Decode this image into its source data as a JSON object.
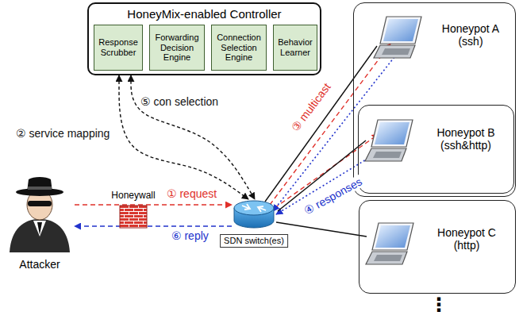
{
  "diagram": {
    "nodes": [
      {
        "text": [
          "HoneyMix-enabled Controller"
        ]
      },
      {
        "text": [
          "Response Scrubber"
        ],
        "in": 0
      },
      {
        "text": [
          "Forwarding Decision Engine"
        ],
        "in": 0
      },
      {
        "text": [
          "Connection Selection Engine"
        ],
        "in": 0
      },
      {
        "text": [
          "Behavior Learner"
        ],
        "in": 0
      },
      {
        "text": [
          "Attacker"
        ]
      },
      {
        "text": [
          "Honeywall"
        ]
      },
      {
        "text": [
          "SDN switch(es)"
        ]
      },
      {
        "text": [
          "Honeypot A (ssh)"
        ]
      },
      {
        "text": [
          "Honeypot B (ssh&http)"
        ],
        "in": 8
      },
      {
        "text": [
          "Honeypot C (http)"
        ]
      }
    ],
    "edges": [
      {
        "from": 5,
        "to": 7,
        "label": "① request",
        "arrow": "to"
      },
      {
        "from": 0,
        "to": 7,
        "label": "② service mapping",
        "arrow": "both"
      },
      {
        "from": 7,
        "to": 8,
        "label": "③ multicast",
        "arrow": "to"
      },
      {
        "from": 7,
        "to": 9,
        "arrow": "to"
      },
      {
        "from": 8,
        "to": 7,
        "arrow": "to"
      },
      {
        "from": 9,
        "to": 7,
        "label": "④ responses",
        "arrow": "to"
      },
      {
        "from": 0,
        "to": 7,
        "label": "⑤ con selection",
        "arrow": "both"
      },
      {
        "from": 7,
        "to": 5,
        "label": "⑥ reply",
        "arrow": "to"
      },
      {
        "from": 7,
        "to": 8,
        "arrow": "none"
      },
      {
        "from": 7,
        "to": 9,
        "arrow": "none"
      },
      {
        "from": 7,
        "to": 10,
        "arrow": "none"
      }
    ],
    "labels": [
      "⋮"
    ]
  }
}
